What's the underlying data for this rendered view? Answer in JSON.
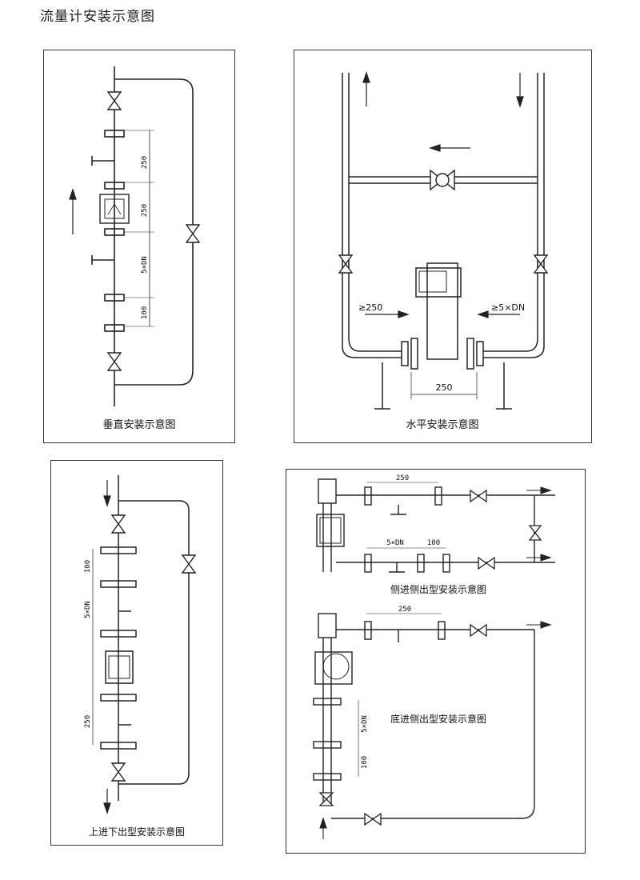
{
  "page_title": "流量计安装示意图",
  "panels": {
    "vertical": {
      "caption": "垂直安装示意图",
      "dims": [
        "250",
        "250",
        "5×DN",
        "100"
      ]
    },
    "horizontal": {
      "caption": "水平安装示意图",
      "dims": [
        "≥250",
        "≥5×DN",
        "250"
      ]
    },
    "top_in_bottom_out": {
      "caption": "上进下出型安装示意图",
      "dims": [
        "100",
        "5×DN",
        "250"
      ]
    },
    "side_in_side_out": {
      "caption": "侧进侧出型安装示意图",
      "dims": [
        "250",
        "5×DN",
        "100"
      ]
    },
    "bottom_in_side_out": {
      "caption": "底进侧出型安装示意图",
      "dims": [
        "250",
        "5×DN",
        "100"
      ]
    }
  }
}
